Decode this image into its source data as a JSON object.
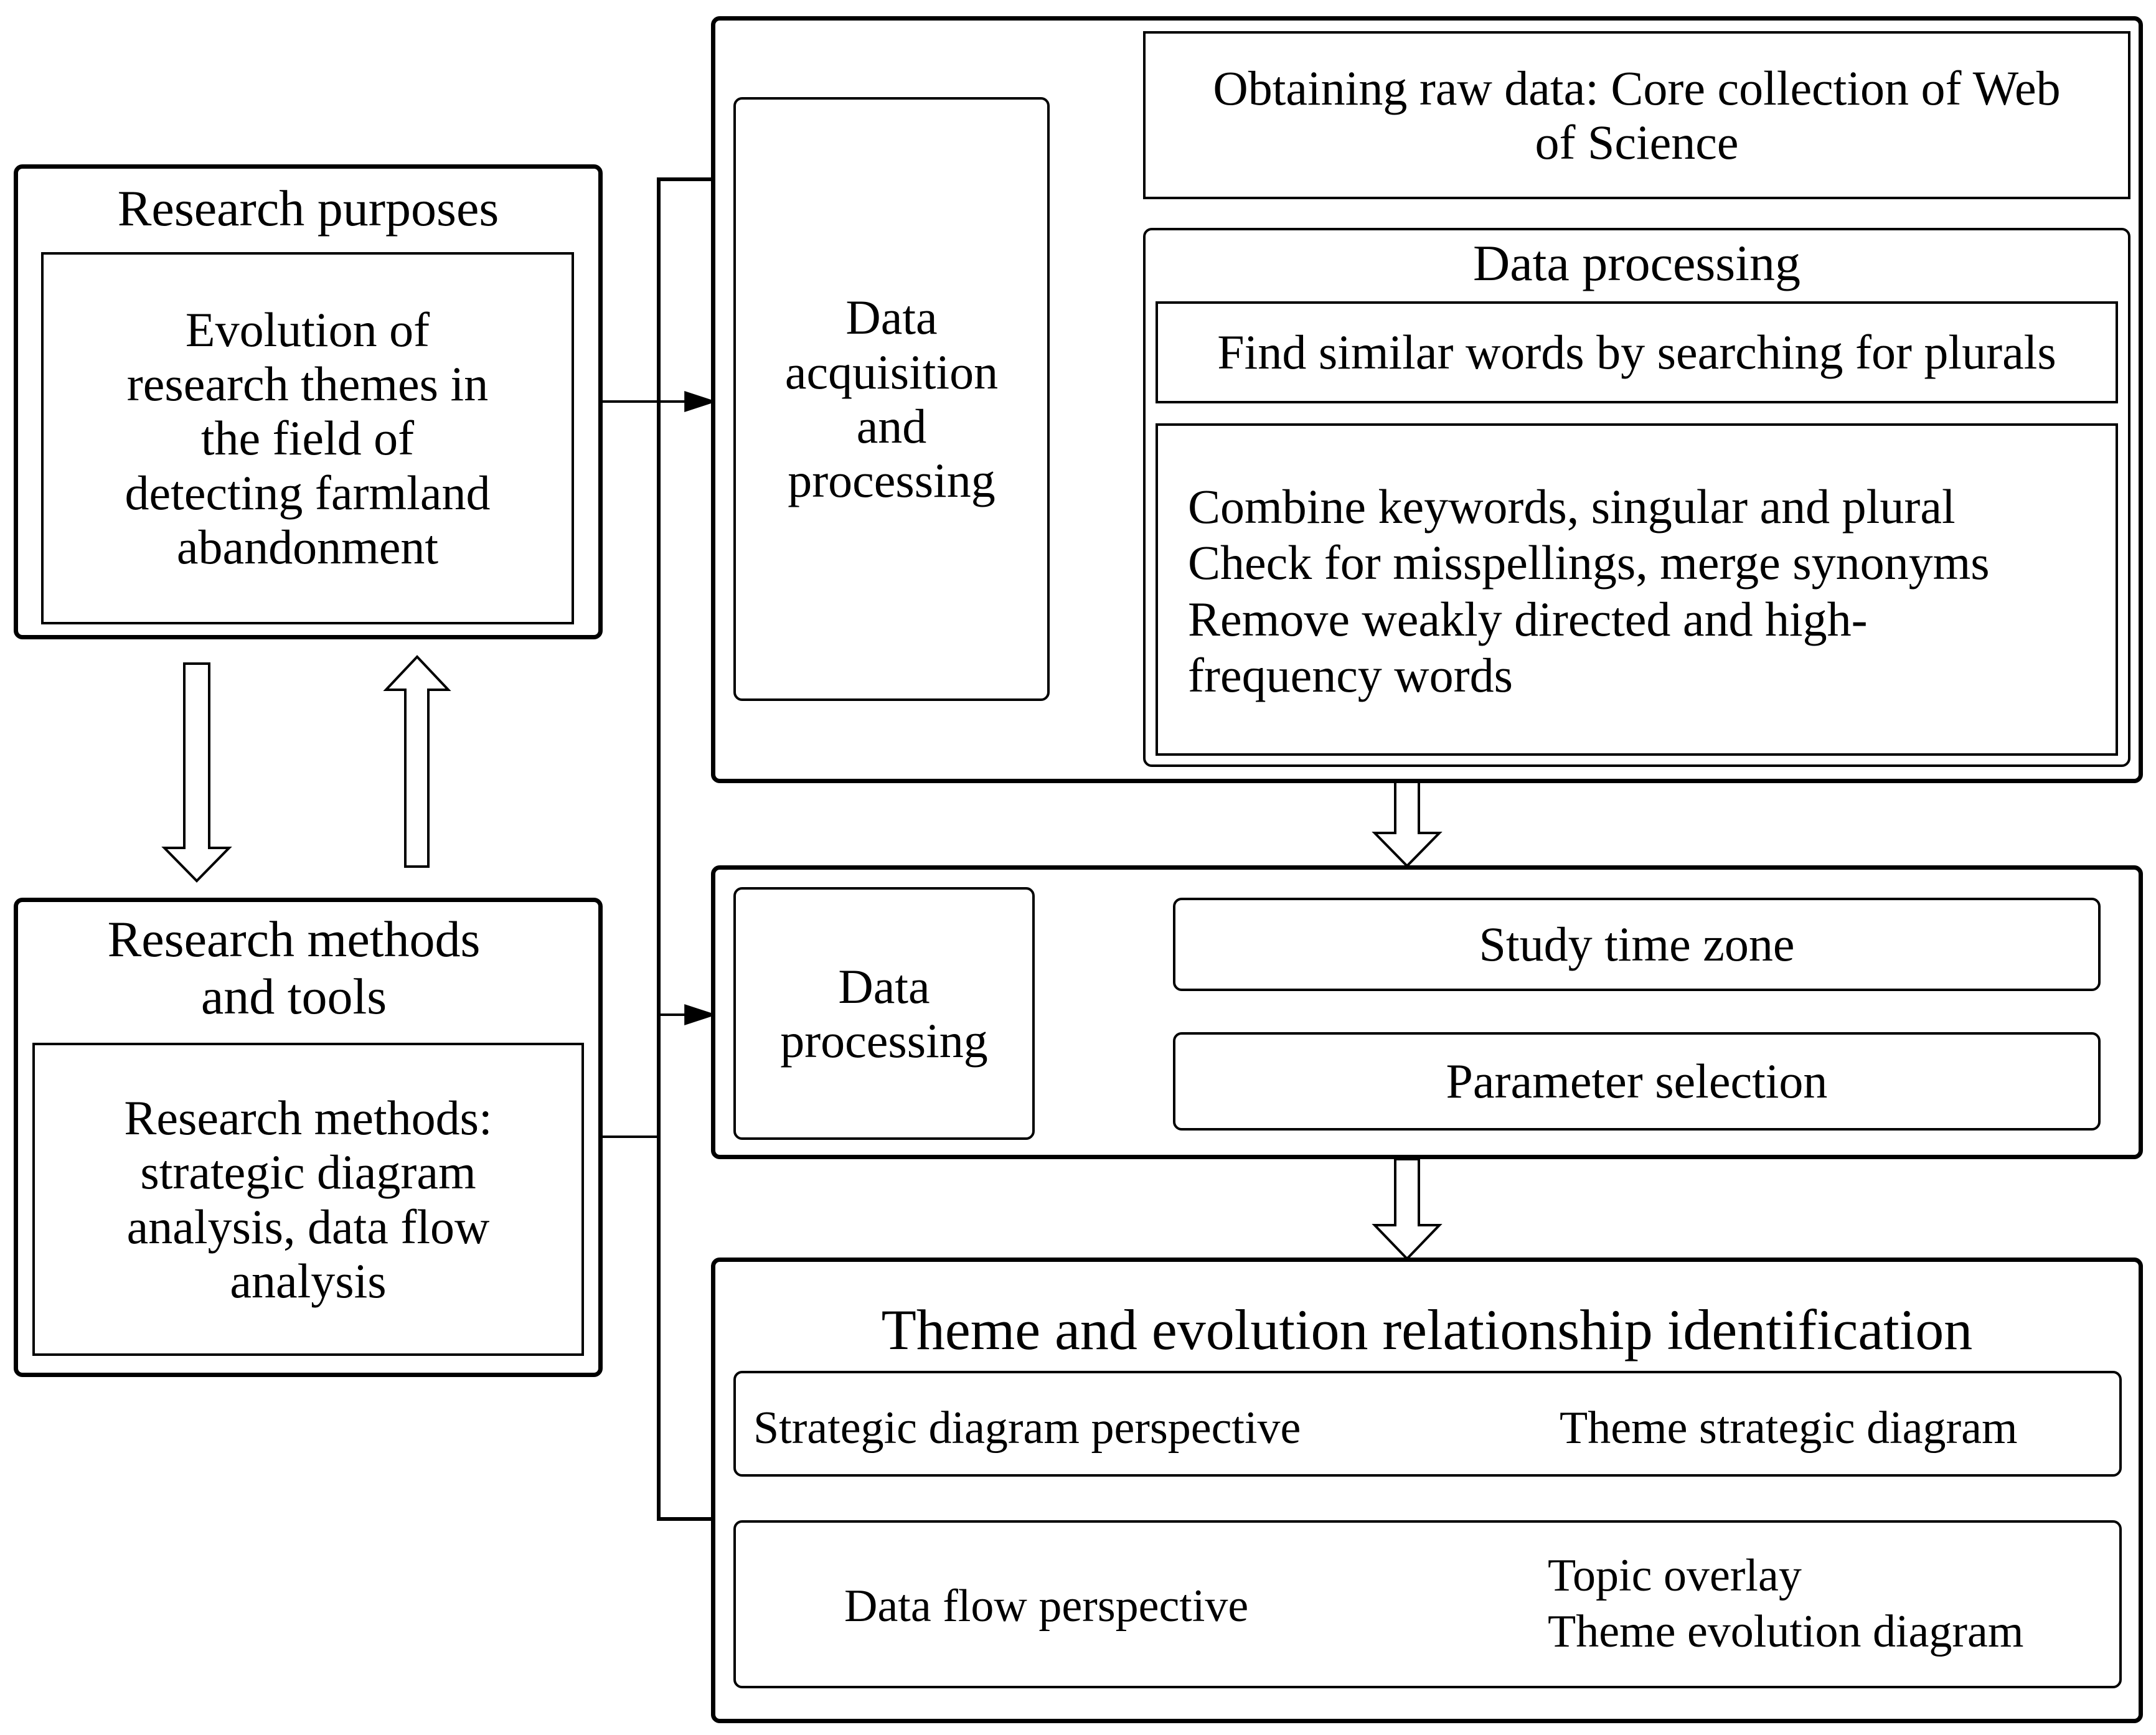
{
  "research_purposes": {
    "title": "Research purposes",
    "lines": [
      "Evolution of",
      "research themes in",
      "the field of",
      "detecting farmland",
      "abandonment"
    ]
  },
  "research_methods": {
    "title_lines": [
      "Research methods",
      "and tools"
    ],
    "lines": [
      "Research methods:",
      "strategic diagram",
      "analysis, data flow",
      "analysis"
    ]
  },
  "acquisition": {
    "label_lines": [
      "Data",
      "acquisition",
      "and",
      "processing"
    ],
    "raw_data_lines": [
      "Obtaining raw data: Core collection of Web",
      "of Science"
    ],
    "processing_title": "Data processing",
    "plurals": "Find similar words by searching for plurals",
    "steps": [
      "Combine keywords, singular and plural",
      "Check for misspellings, merge synonyms",
      "Remove weakly directed and high-",
      "frequency words"
    ]
  },
  "processing": {
    "label_lines": [
      "Data",
      "processing"
    ],
    "items": [
      "Study time zone",
      "Parameter selection"
    ]
  },
  "theme": {
    "title": "Theme and evolution relationship identification",
    "strategic": {
      "from": "Strategic diagram perspective",
      "to": "Theme strategic diagram"
    },
    "dataflow": {
      "from": "Data flow perspective",
      "to": [
        "Topic overlay",
        "Theme evolution diagram"
      ]
    }
  }
}
